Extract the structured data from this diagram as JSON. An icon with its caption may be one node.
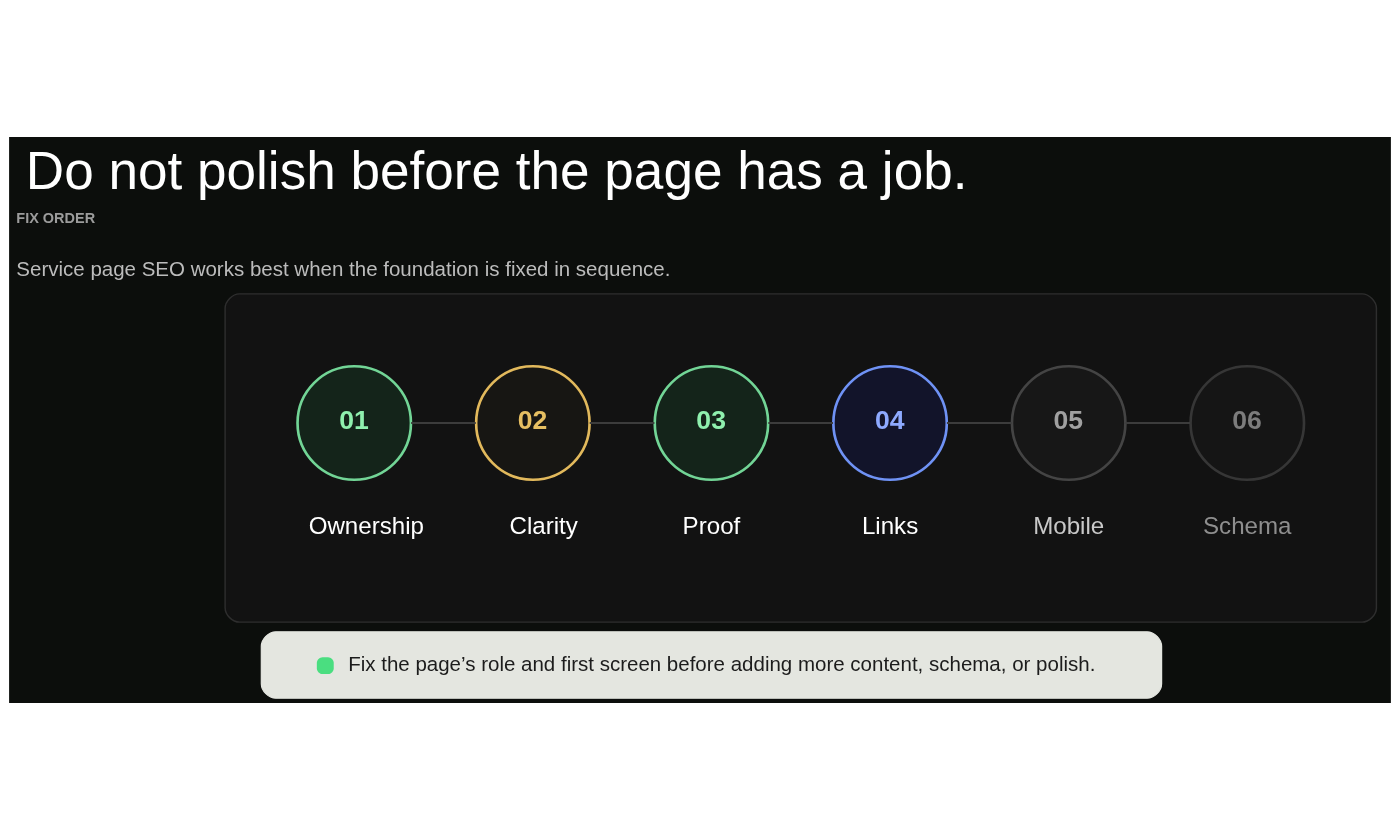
{
  "diagram": {
    "title": "Do not polish before the page has a job.",
    "nodes": [
      {
        "text": [],
        "shape": "box"
      },
      {
        "text": [
          "01"
        ],
        "beside": [
          "Ownership"
        ],
        "in": 0
      },
      {
        "text": [
          "02"
        ],
        "beside": [
          "Clarity"
        ],
        "in": 0
      },
      {
        "text": [
          "03"
        ],
        "beside": [
          "Proof"
        ],
        "in": 0
      },
      {
        "text": [
          "04"
        ],
        "beside": [
          "Links"
        ],
        "in": 0
      },
      {
        "text": [
          "05"
        ],
        "beside": [
          "Mobile"
        ],
        "in": 0
      },
      {
        "text": [
          "06"
        ],
        "beside": [
          "Schema"
        ],
        "in": 0
      },
      {
        "text": [
          "Fix the page’s role and first screen before adding more content, schema, or polish."
        ]
      }
    ],
    "edges": [
      {
        "from": 1,
        "to": 2,
        "arrow": "none"
      },
      {
        "from": 2,
        "to": 3,
        "arrow": "none"
      },
      {
        "from": 3,
        "to": 4,
        "arrow": "none"
      },
      {
        "from": 4,
        "to": 5,
        "arrow": "none"
      },
      {
        "from": 5,
        "to": 6,
        "arrow": "none"
      }
    ],
    "labels": [
      "FIX ORDER",
      "Service page SEO works best when the foundation is fixed in sequence."
    ]
  }
}
